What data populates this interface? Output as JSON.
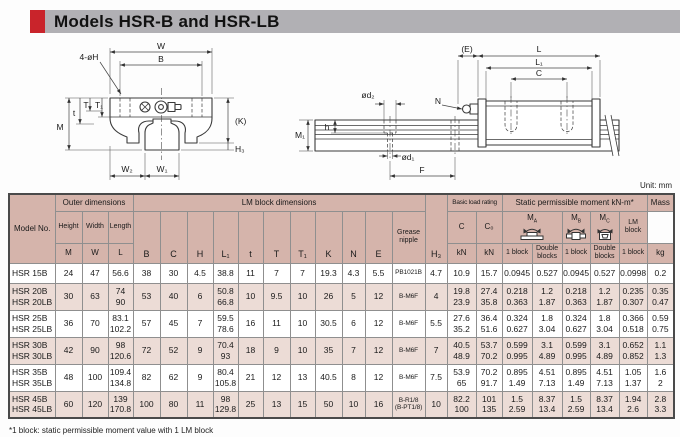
{
  "title": "Models HSR-B and HSR-LB",
  "unit_note": "Unit: mm",
  "footnote": "*1 block: static permissible moment value with 1 LM block",
  "front_diagram": {
    "bolt": "4-øH",
    "w": "W",
    "b": "B",
    "t": "t",
    "T": "T",
    "T1": "T₁",
    "m": "M",
    "k": "(K)",
    "h3": "H₃",
    "w2": "W₂",
    "w1": "W₁"
  },
  "side_diagram": {
    "e": "(E)",
    "l": "L",
    "l1": "L₁",
    "c": "C",
    "n": "N",
    "d2": "ød₂",
    "h": "h",
    "m1": "M₁",
    "d1": "ød₁",
    "f": "F"
  },
  "table": {
    "header": {
      "model": "Model No.",
      "outer_group": "Outer dimensions",
      "lm_group": "LM block dimensions",
      "basic_group": "Basic load rating",
      "moment_group": "Static permissible moment kN-m*",
      "mass_group": "Mass",
      "height": "Height",
      "width": "Width",
      "length": "Length",
      "m": "M",
      "w": "W",
      "l": "L",
      "lm_cols": [
        "B",
        "C",
        "H",
        "L₁",
        "t",
        "T",
        "T₁",
        "K",
        "N",
        "E"
      ],
      "grease": "Grease nipple",
      "h3": "H₃",
      "c": "C",
      "c0": "C₀",
      "kn": "kN",
      "ma_base": "M",
      "ma_sub": "A",
      "mb_base": "M",
      "mb_sub": "B",
      "mc_base": "M",
      "mc_sub": "C",
      "one_block": "1 block",
      "double_blocks": "Double blocks",
      "lm_block": "LM block",
      "kg": "kg"
    },
    "rows": [
      {
        "model": "HSR 15B",
        "cells": [
          "24",
          "47",
          "56.6",
          "38",
          "30",
          "4.5",
          "38.8",
          "11",
          "7",
          "7",
          "19.3",
          "4.3",
          "5.5",
          "PB1021B",
          "4.7",
          "10.9",
          "15.7",
          "0.0945",
          "0.527",
          "0.0945",
          "0.527",
          "0.0998",
          "0.2"
        ]
      },
      {
        "model": "HSR 20B\nHSR 20LB",
        "cells": [
          "30",
          "63",
          "74\n90",
          "53",
          "40",
          "6",
          "50.8\n66.8",
          "10",
          "9.5",
          "10",
          "26",
          "5",
          "12",
          "B-M6F",
          "4",
          "19.8\n23.9",
          "27.4\n35.8",
          "0.218\n0.363",
          "1.2\n1.87",
          "0.218\n0.363",
          "1.2\n1.87",
          "0.235\n0.307",
          "0.35\n0.47"
        ]
      },
      {
        "model": "HSR 25B\nHSR 25LB",
        "cells": [
          "36",
          "70",
          "83.1\n102.2",
          "57",
          "45",
          "7",
          "59.5\n78.6",
          "16",
          "11",
          "10",
          "30.5",
          "6",
          "12",
          "B-M6F",
          "5.5",
          "27.6\n35.2",
          "36.4\n51.6",
          "0.324\n0.627",
          "1.8\n3.04",
          "0.324\n0.627",
          "1.8\n3.04",
          "0.366\n0.518",
          "0.59\n0.75"
        ]
      },
      {
        "model": "HSR 30B\nHSR 30LB",
        "cells": [
          "42",
          "90",
          "98\n120.6",
          "72",
          "52",
          "9",
          "70.4\n93",
          "18",
          "9",
          "10",
          "35",
          "7",
          "12",
          "B-M6F",
          "7",
          "40.5\n48.9",
          "53.7\n70.2",
          "0.599\n0.995",
          "3.1\n4.89",
          "0.599\n0.995",
          "3.1\n4.89",
          "0.652\n0.852",
          "1.1\n1.3"
        ]
      },
      {
        "model": "HSR 35B\nHSR 35LB",
        "cells": [
          "48",
          "100",
          "109.4\n134.8",
          "82",
          "62",
          "9",
          "80.4\n105.8",
          "21",
          "12",
          "13",
          "40.5",
          "8",
          "12",
          "B-M6F",
          "7.5",
          "53.9\n65",
          "70.2\n91.7",
          "0.895\n1.49",
          "4.51\n7.13",
          "0.895\n1.49",
          "4.51\n7.13",
          "1.05\n1.37",
          "1.6\n2"
        ]
      },
      {
        "model": "HSR 45B\nHSR 45LB",
        "cells": [
          "60",
          "120",
          "139\n170.8",
          "100",
          "80",
          "11",
          "98\n129.8",
          "25",
          "13",
          "15",
          "50",
          "10",
          "16",
          "B-R1/8\n(B-PT1/8)",
          "10",
          "82.2\n100",
          "101\n135",
          "1.5\n2.59",
          "8.37\n13.4",
          "1.5\n2.59",
          "8.37\n13.4",
          "1.94\n2.6",
          "2.8\n3.3"
        ]
      }
    ]
  }
}
